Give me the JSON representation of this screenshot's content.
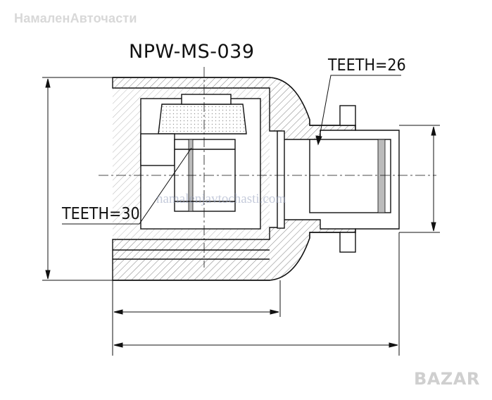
{
  "watermark_top": "НамаленАвточасти",
  "part_number": "NPW-MS-039",
  "label_teeth_outer": "TEETH=26",
  "label_teeth_inner": "TEETH=30",
  "watermark_center": "namalenjavtochasti.com",
  "logo_text": "BAZAR",
  "colors": {
    "line": "#111111",
    "hatch": "#777777",
    "watermark": "#d8d8d8"
  }
}
